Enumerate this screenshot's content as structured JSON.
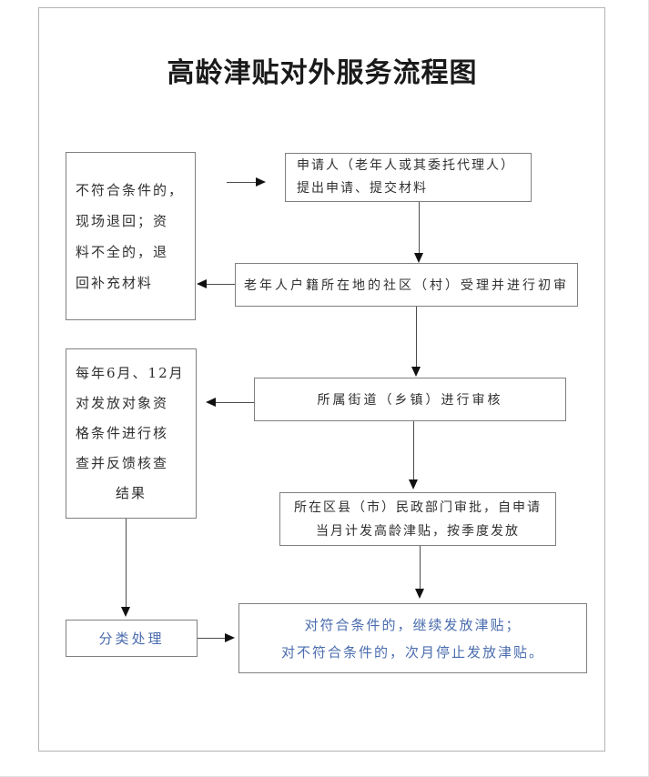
{
  "page": {
    "title": "高龄津贴对外服务流程图"
  },
  "colors": {
    "accent_blue": "#4a6cae",
    "box_border": "#808080",
    "page_border": "#b3b3b3",
    "body_text": "#303030",
    "arrow": "#111111"
  },
  "flow": {
    "return_note": {
      "lines": [
        "不符合条件的，",
        "现场退回；资",
        "料不全的，退",
        "回补充材料"
      ]
    },
    "applicant": {
      "lines": [
        "申请人（老年人或其委托代理人）",
        "提出申请、提交材料"
      ]
    },
    "community_review": {
      "text": "老年人户籍所在地的社区（村）受理并进行初审"
    },
    "street_review": {
      "text": "所属街道（乡镇）进行审核"
    },
    "annual_check": {
      "lines": [
        "每年6月、12月",
        "对发放对象资",
        "格条件进行核",
        "查并反馈核查",
        "结果"
      ]
    },
    "civil_affairs_approval": {
      "lines": [
        "所在区县（市）民政部门审批，自申请",
        "当月计发高龄津贴，按季度发放"
      ]
    },
    "classification": {
      "text": "分类处理"
    },
    "result": {
      "lines": [
        "对符合条件的，继续发放津贴；",
        "对不符合条件的，次月停止发放津贴。"
      ]
    }
  }
}
